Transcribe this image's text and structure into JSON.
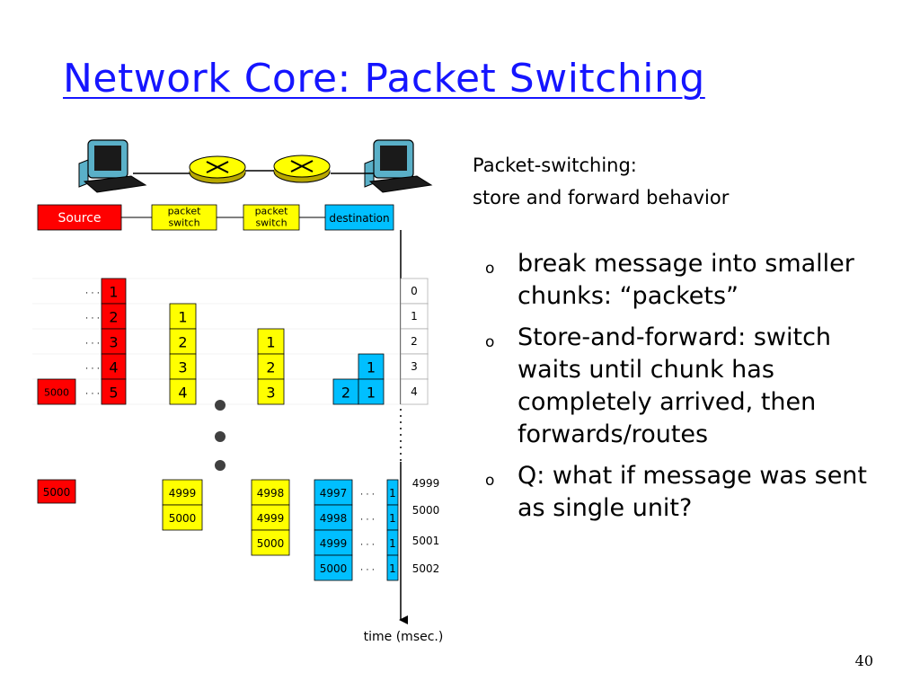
{
  "slide": {
    "title": "Network Core: Packet Switching",
    "subtitle_line1": "Packet-switching:",
    "subtitle_line2": "store and forward behavior",
    "bullet_marker": "o",
    "bullets": [
      "break message into smaller chunks: “packets”",
      "Store-and-forward: switch waits until chunk has completely arrived, then forwards/routes",
      "Q: what if message was sent as single unit?"
    ],
    "page_number": "40"
  },
  "diagram": {
    "nodes": [
      {
        "label": "Source",
        "color": "#ff0000",
        "text_color": "#ffffff"
      },
      {
        "label_line1": "packet",
        "label_line2": "switch",
        "color": "#ffff00",
        "text_color": "#000000"
      },
      {
        "label_line1": "packet",
        "label_line2": "switch",
        "color": "#ffff00",
        "text_color": "#000000"
      },
      {
        "label": "destination",
        "color": "#00bfff",
        "text_color": "#000000"
      }
    ],
    "icons": [
      "computer-icon",
      "router-icon",
      "router-icon",
      "computer-icon"
    ],
    "ellipsis": ". . .",
    "source_early": [
      "1",
      "2",
      "3",
      "4",
      "5"
    ],
    "source_message_size": "5000",
    "switch1_early": [
      "1",
      "2",
      "3",
      "4"
    ],
    "switch2_early": [
      "1",
      "2",
      "3"
    ],
    "dest_early_top": "1",
    "dest_early_bottom": [
      "2",
      "1"
    ],
    "time_early": [
      "0",
      "1",
      "2",
      "3",
      "4"
    ],
    "source_late": "5000",
    "switch1_late": [
      "4999",
      "5000"
    ],
    "switch2_late": [
      "4998",
      "4999",
      "5000"
    ],
    "dest_late": [
      "4997",
      "4998",
      "4999",
      "5000"
    ],
    "dest_late_marks": [
      "1",
      "1",
      "1",
      "1"
    ],
    "time_late": [
      "4999",
      "5000",
      "5001",
      "5002"
    ],
    "time_axis_label": "time  (msec.)",
    "colors": {
      "red": "#ff0000",
      "yellow": "#ffff00",
      "blue": "#00bfff",
      "title": "#1515ff"
    }
  }
}
